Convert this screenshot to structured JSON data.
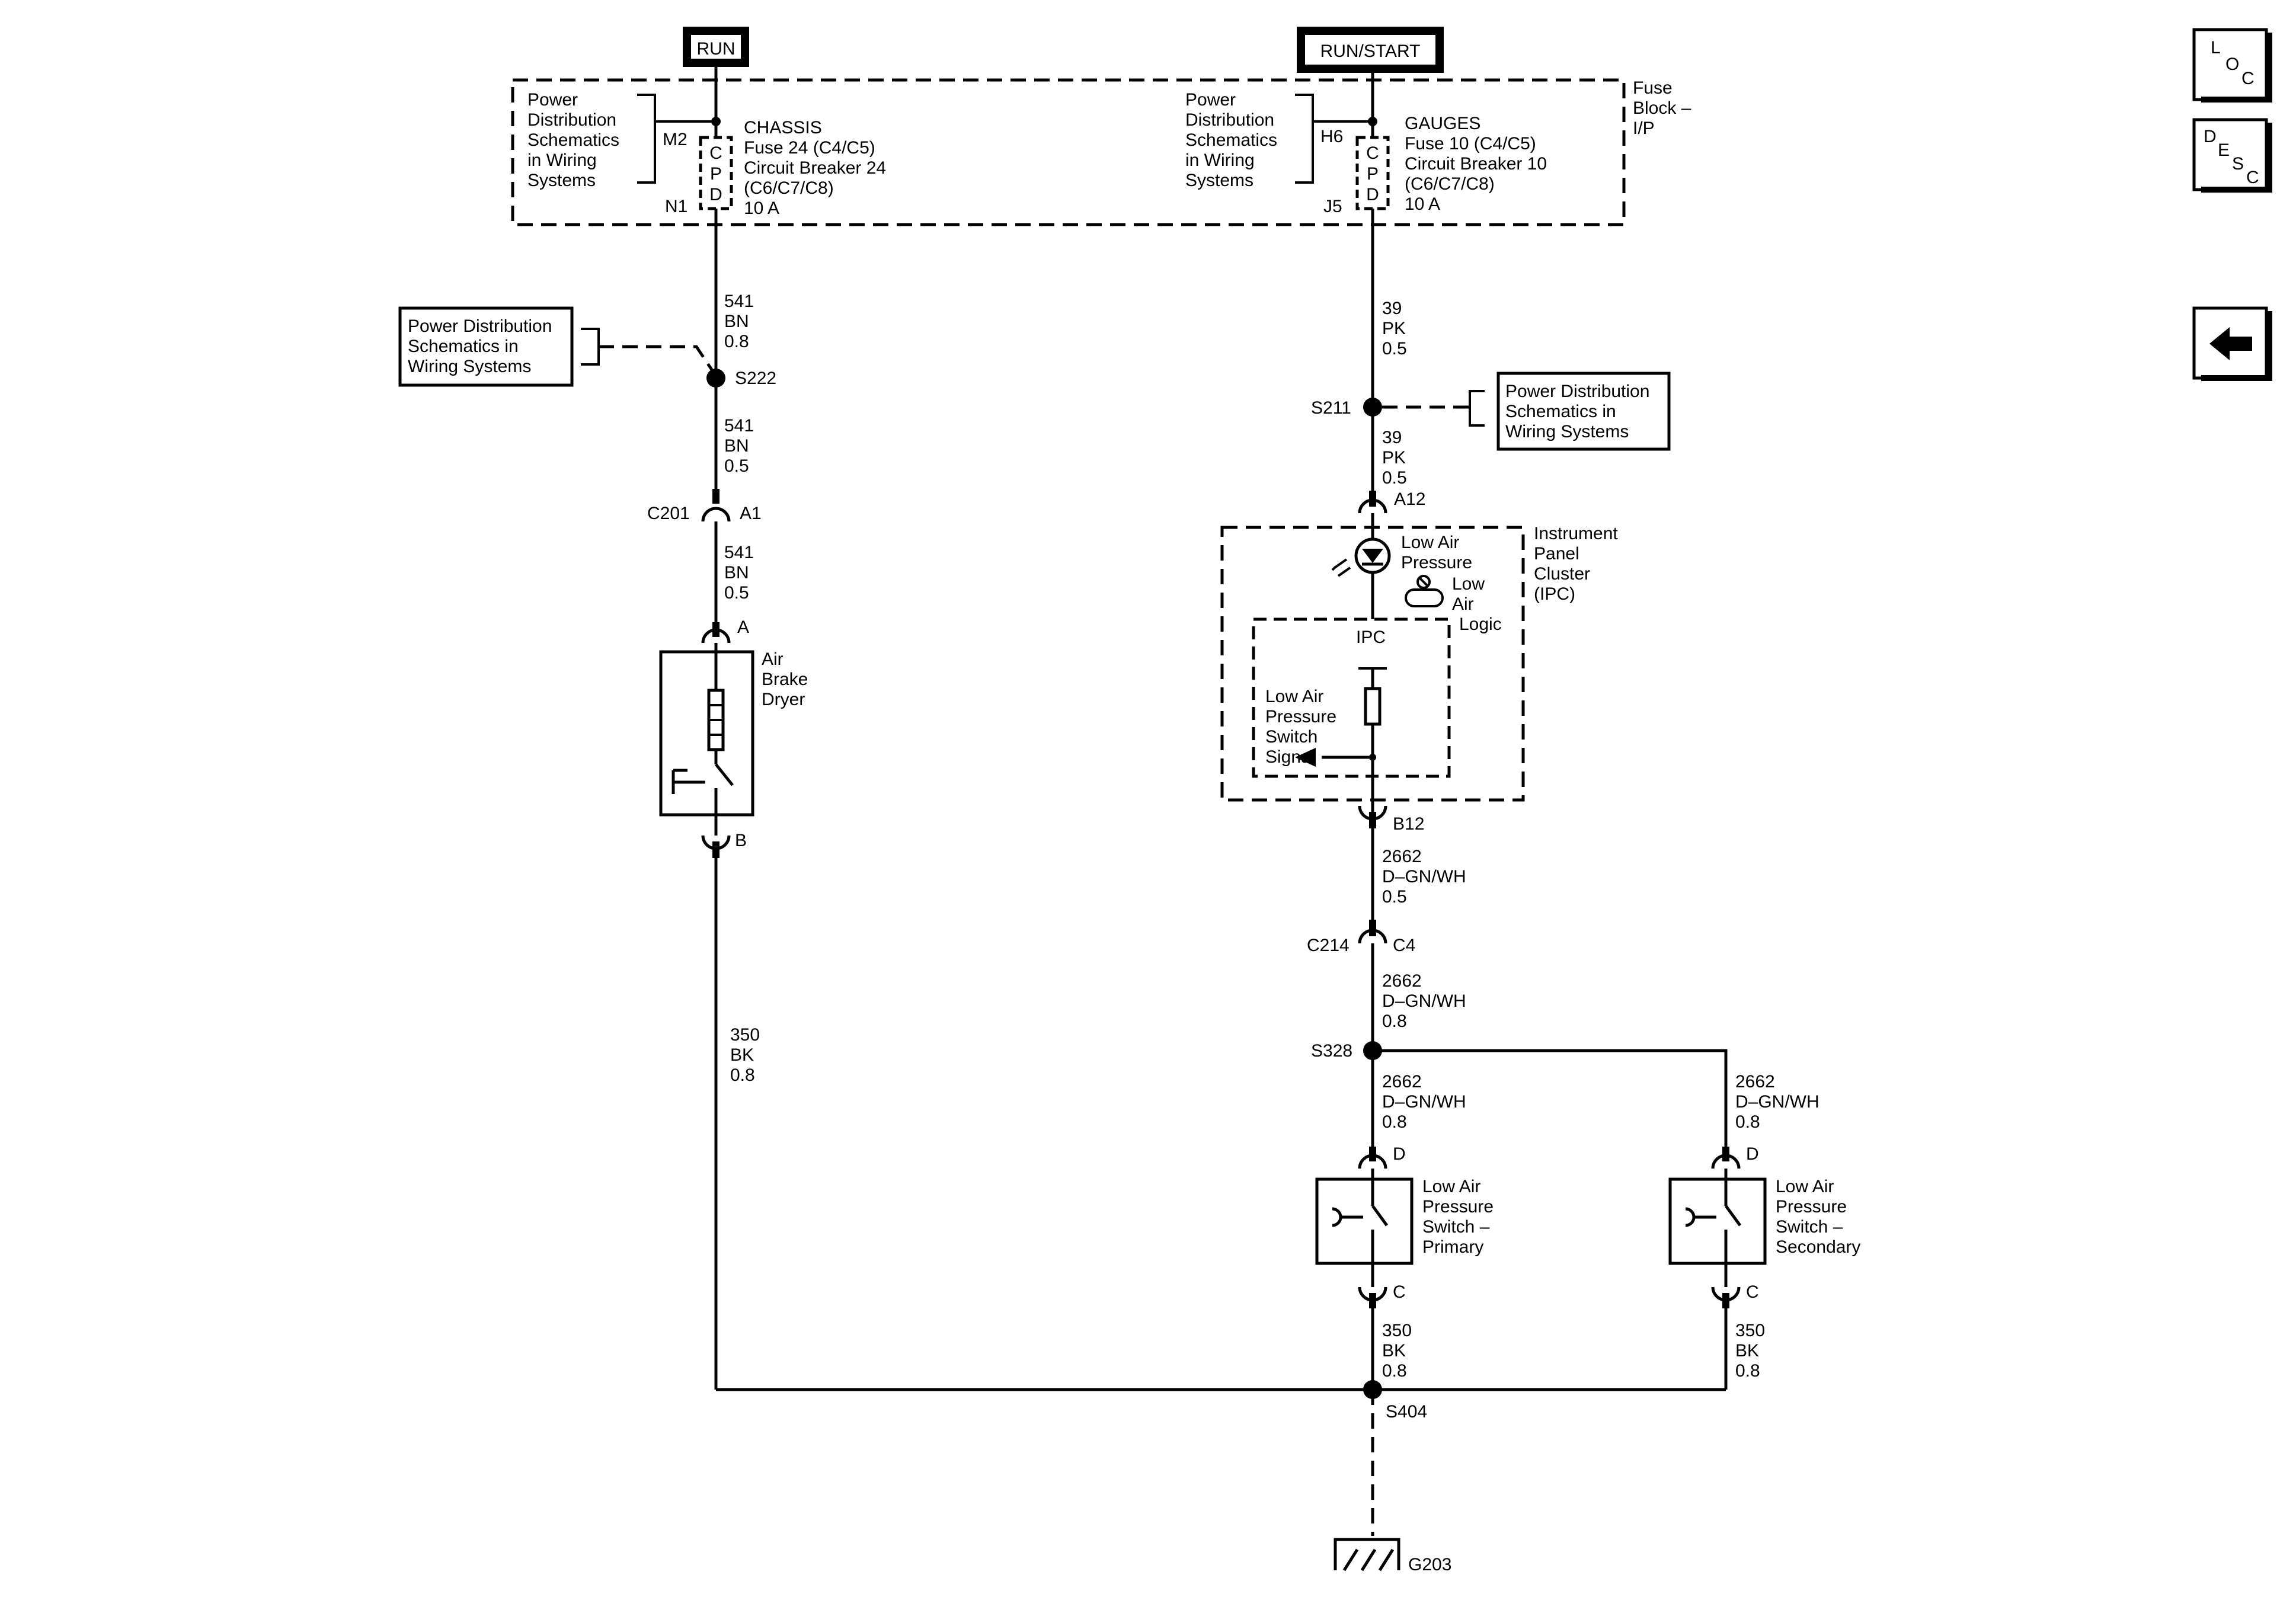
{
  "power": {
    "run": "RUN",
    "run_start": "RUN/START"
  },
  "fuse_block": {
    "label_lines": [
      "Fuse",
      "Block –",
      "I/P"
    ],
    "left_ref_lines": [
      "Power",
      "Distribution",
      "Schematics",
      "in Wiring",
      "Systems"
    ],
    "right_ref_lines": [
      "Power",
      "Distribution",
      "Schematics",
      "in Wiring",
      "Systems"
    ],
    "left_pin_in": "M2",
    "left_pin_out": "N1",
    "right_pin_in": "H6",
    "right_pin_out": "J5",
    "cpd_letters": [
      "C",
      "P",
      "D"
    ],
    "chassis_lines": [
      "CHASSIS",
      "Fuse 24 (C4/C5)",
      "Circuit Breaker 24",
      "(C6/C7/C8)",
      "10 A"
    ],
    "gauges_lines": [
      "GAUGES",
      "Fuse 10 (C4/C5)",
      "Circuit Breaker 10",
      "(C6/C7/C8)",
      "10 A"
    ]
  },
  "power_ref_box_left": [
    "Power Distribution",
    "Schematics in",
    "Wiring  Systems"
  ],
  "power_ref_box_right": [
    "Power Distribution",
    "Schematics in",
    "Wiring  Systems"
  ],
  "left_circuit": {
    "wire1": [
      "541",
      "BN",
      "0.8"
    ],
    "splice": "S222",
    "wire2": [
      "541",
      "BN",
      "0.5"
    ],
    "connector": "C201",
    "connector_pin": "A1",
    "wire3": [
      "541",
      "BN",
      "0.5"
    ],
    "dryer_pin_a": "A",
    "dryer_label": [
      "Air",
      "Brake",
      "Dryer"
    ],
    "dryer_pin_b": "B",
    "wire4": [
      "350",
      "BK",
      "0.8"
    ]
  },
  "right_circuit": {
    "wire1": [
      "39",
      "PK",
      "0.5"
    ],
    "splice": "S211",
    "wire2": [
      "39",
      "PK",
      "0.5"
    ],
    "ipc_pin_in": "A12",
    "ipc_label": [
      "Instrument",
      "Panel",
      "Cluster",
      "(IPC)"
    ],
    "lamp_label": [
      "Low Air",
      "Pressure"
    ],
    "logic_label": [
      "Low",
      "Air",
      "Logic"
    ],
    "ipc_inner": "IPC",
    "signal_label": [
      "Low Air",
      "Pressure",
      "Switch",
      "Signal"
    ],
    "ipc_pin_out": "B12",
    "wire3": [
      "2662",
      "D–GN/WH",
      "0.5"
    ],
    "connector": "C214",
    "connector_pin": "C4",
    "wire4": [
      "2662",
      "D–GN/WH",
      "0.8"
    ],
    "splice2": "S328",
    "wire5": [
      "2662",
      "D–GN/WH",
      "0.8"
    ],
    "wire6": [
      "2662",
      "D–GN/WH",
      "0.8"
    ],
    "primary_pin_d": "D",
    "primary_label": [
      "Low Air",
      "Pressure",
      "Switch –",
      "Primary"
    ],
    "primary_pin_c": "C",
    "secondary_pin_d": "D",
    "secondary_label": [
      "Low Air",
      "Pressure",
      "Switch –",
      "Secondary"
    ],
    "secondary_pin_c": "C",
    "wire7": [
      "350",
      "BK",
      "0.8"
    ],
    "wire8": [
      "350",
      "BK",
      "0.8"
    ]
  },
  "ground": {
    "splice": "S404",
    "ground_id": "G203"
  },
  "nav": {
    "loc_letters": [
      "L",
      "O",
      "C"
    ],
    "desc_letters": [
      "D",
      "E",
      "S",
      "C"
    ],
    "back_icon": "left-arrow-icon"
  }
}
